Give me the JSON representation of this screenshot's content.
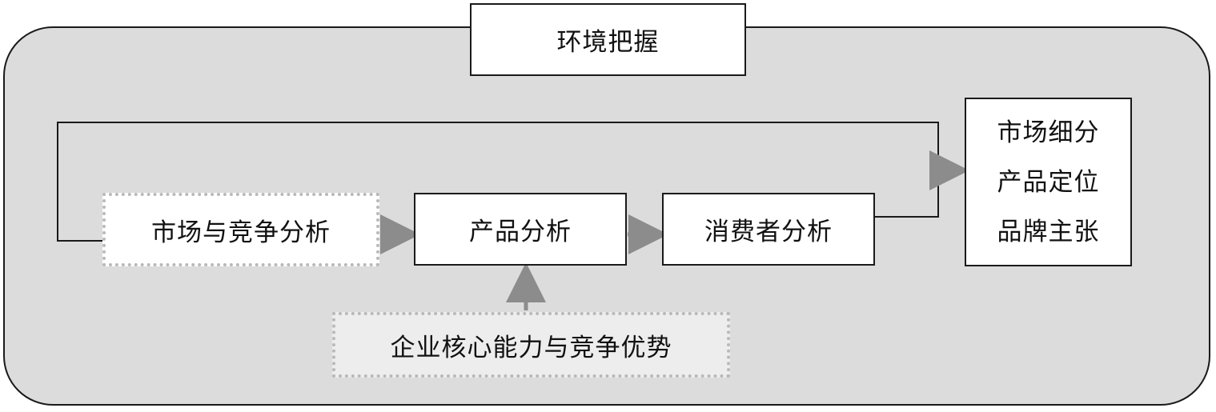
{
  "diagram": {
    "outer_title": "环境把握",
    "nodes": {
      "market_competition": "市场与竞争分析",
      "product": "产品分析",
      "consumer": "消费者分析",
      "core_competence": "企业核心能力与竞争优势",
      "outcome": [
        "市场细分",
        "产品定位",
        "品牌主张"
      ]
    },
    "colors": {
      "background_panel": "#dcdcdd",
      "border": "#1a1a1a",
      "arrow": "#8c8c8c",
      "dashed_border": "#b9b9b9"
    }
  }
}
